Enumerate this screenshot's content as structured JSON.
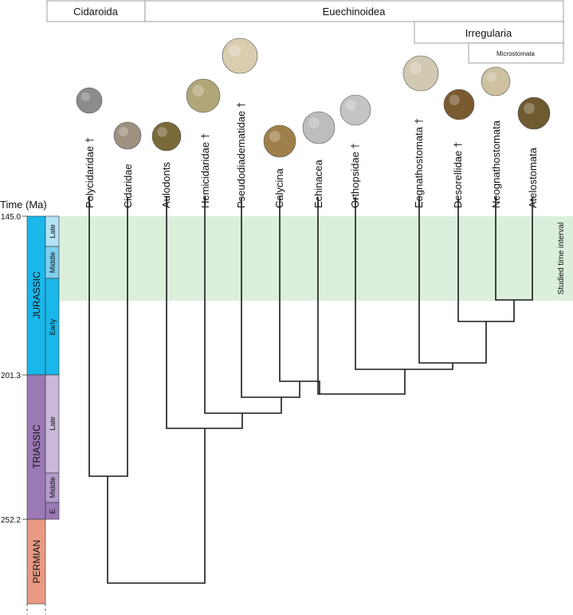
{
  "groups": {
    "cidaroida": "Cidaroida",
    "euechinoidea": "Euechinoidea",
    "irregularia": "Irregularia",
    "microstomata": "Microstomata"
  },
  "taxa": [
    {
      "id": "polycidaridae",
      "label": "Polycidaridae †",
      "color": "#8c8c8c"
    },
    {
      "id": "cidaridae",
      "label": "Cidaridae",
      "color": "#a09080"
    },
    {
      "id": "aulodonts",
      "label": "Aulodonts",
      "color": "#7a6a3a"
    },
    {
      "id": "hemicidaridae",
      "label": "Hemicidaridae †",
      "color": "#b0a678"
    },
    {
      "id": "pseudodiadematidae",
      "label": "Pseudodiadematidae †",
      "color": "#d9cdb0"
    },
    {
      "id": "calycina",
      "label": "Calycina",
      "color": "#a0804a"
    },
    {
      "id": "echinacea",
      "label": "Echinacea",
      "color": "#bdbdbd"
    },
    {
      "id": "orthopsidae",
      "label": "Orthopsidae †",
      "color": "#c4c4c4"
    },
    {
      "id": "eognathostomata",
      "label": "Eognathostomata †",
      "color": "#d2c9b2"
    },
    {
      "id": "desorellidae",
      "label": "Desorellidae †",
      "color": "#7a5a30"
    },
    {
      "id": "neognathostomata",
      "label": "Neognathostomata",
      "color": "#cdc1a0"
    },
    {
      "id": "atelostomata",
      "label": "Atelostomata",
      "color": "#6e5a30"
    }
  ],
  "timescale": {
    "title": "Time (Ma)",
    "ticks": [
      "145.0",
      "201.3",
      "252.2"
    ],
    "periods": [
      {
        "name": "JURASSIC",
        "color": "#1ab7ea"
      },
      {
        "name": "TRIASSIC",
        "color": "#9b79b5"
      },
      {
        "name": "PERMIAN",
        "color": "#e89a83"
      }
    ],
    "epochs": [
      {
        "name": "Late",
        "color": "#b3e2f5"
      },
      {
        "name": "Middle",
        "color": "#80cff0"
      },
      {
        "name": "Early",
        "color": "#1ab7ea"
      },
      {
        "name": "Late",
        "color": "#c8b8da"
      },
      {
        "name": "Middle",
        "color": "#b39ccb"
      },
      {
        "name": "E.",
        "color": "#9b79b5"
      }
    ]
  },
  "studied_interval": {
    "label": "Studied time interval",
    "color": "#dcefdc"
  }
}
